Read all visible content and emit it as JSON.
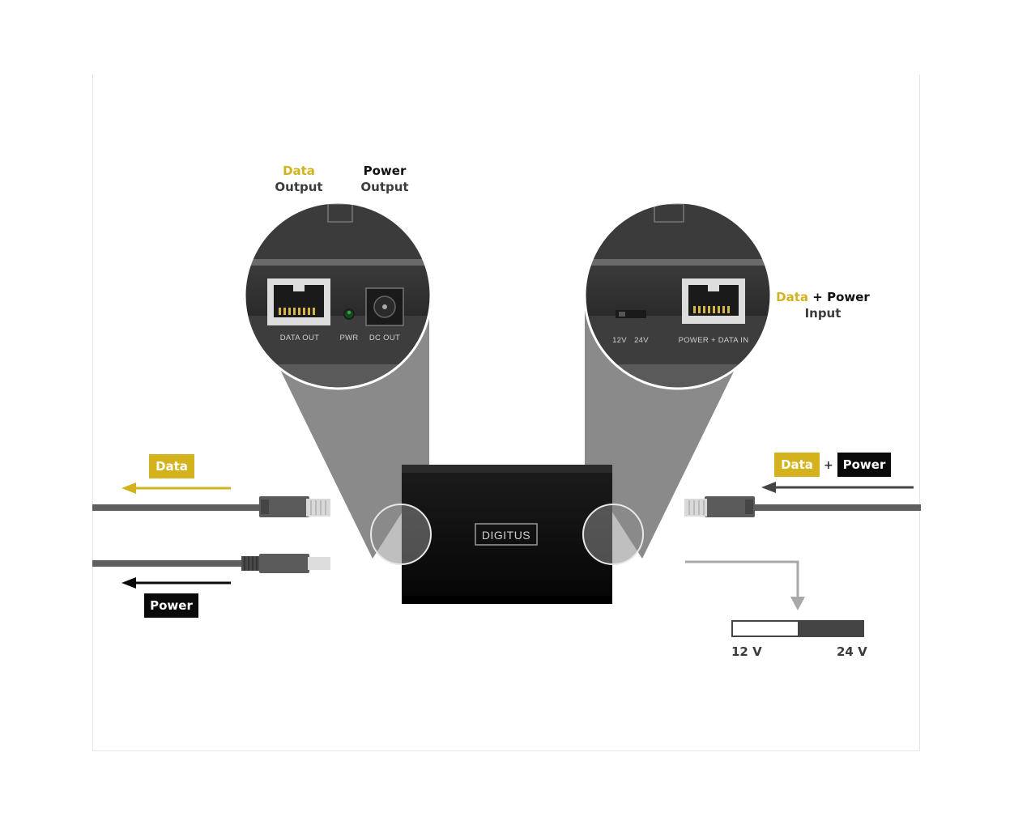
{
  "left_callout": {
    "data_word": "Data",
    "data_output": "Output",
    "power_word": "Power",
    "power_output": "Output",
    "port_data_out": "DATA OUT",
    "port_pwr": "PWR",
    "port_dc_out": "DC OUT"
  },
  "right_callout": {
    "data_word": "Data",
    "plus": "+",
    "power_word": "Power",
    "input_word": "Input",
    "switch_12v": "12V",
    "switch_24v": "24V",
    "port_power_data_in": "POWER + DATA IN"
  },
  "device": {
    "brand": "DIGITUS"
  },
  "left_cables": {
    "data_tag": "Data",
    "power_tag": "Power"
  },
  "right_cable": {
    "data_tag": "Data",
    "plus": "+",
    "power_tag": "Power"
  },
  "voltage_switch": {
    "low_label": "12 V",
    "high_label": "24 V"
  },
  "colors": {
    "accent_yellow": "#d4b21e",
    "device_black": "#0a0a0a",
    "cable_grey": "#5e5e5e"
  }
}
